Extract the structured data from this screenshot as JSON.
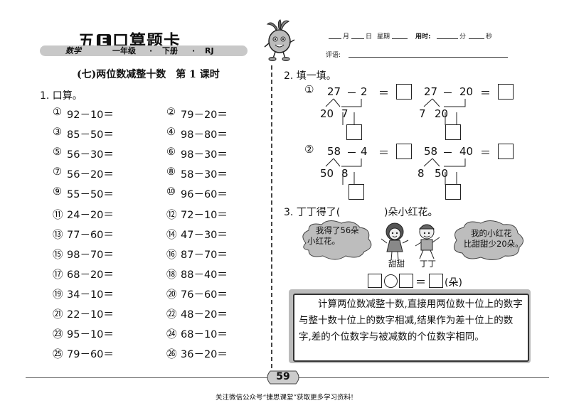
{
  "header": {
    "title_a": "五",
    "title_e": "E",
    "title_b": "口算题卡",
    "subject": "数学",
    "grade": "一年级",
    "dot": "·",
    "volume": "下册",
    "edition": "RJ",
    "date_line": {
      "month": "月",
      "day": "日",
      "weekday": "星期",
      "time_label": "用时:",
      "minute": "分",
      "second": "秒"
    },
    "review_label": "评语:"
  },
  "lesson_title": "(七)两位数减整十数　第 1 课时",
  "section1": {
    "label": "1. 口算。",
    "problems_left": [
      {
        "idx": "①",
        "expr": "92－10＝"
      },
      {
        "idx": "③",
        "expr": "85－50＝"
      },
      {
        "idx": "⑤",
        "expr": "56－30＝"
      },
      {
        "idx": "⑦",
        "expr": "56－20＝"
      },
      {
        "idx": "⑨",
        "expr": "55－50＝"
      },
      {
        "idx": "⑪",
        "expr": "24－20＝"
      },
      {
        "idx": "⑬",
        "expr": "77－60＝"
      },
      {
        "idx": "⑮",
        "expr": "98－70＝"
      },
      {
        "idx": "⑰",
        "expr": "68－20＝"
      },
      {
        "idx": "⑲",
        "expr": "34－10＝"
      },
      {
        "idx": "㉑",
        "expr": "22－10＝"
      },
      {
        "idx": "㉓",
        "expr": "95－10＝"
      },
      {
        "idx": "㉕",
        "expr": "79－60＝"
      }
    ],
    "problems_right": [
      {
        "idx": "②",
        "expr": "79－20＝"
      },
      {
        "idx": "④",
        "expr": "98－80＝"
      },
      {
        "idx": "⑥",
        "expr": "98－30＝"
      },
      {
        "idx": "⑧",
        "expr": "58－30＝"
      },
      {
        "idx": "⑩",
        "expr": "96－60＝"
      },
      {
        "idx": "⑫",
        "expr": "72－10＝"
      },
      {
        "idx": "⑭",
        "expr": "47－30＝"
      },
      {
        "idx": "⑯",
        "expr": "87－70＝"
      },
      {
        "idx": "⑱",
        "expr": "88－40＝"
      },
      {
        "idx": "⑳",
        "expr": "76－60＝"
      },
      {
        "idx": "㉒",
        "expr": "48－20＝"
      },
      {
        "idx": "㉔",
        "expr": "68－10＝"
      },
      {
        "idx": "㉖",
        "expr": "36－20＝"
      }
    ]
  },
  "section2": {
    "label": "2. 填一填。",
    "groups": [
      {
        "idx": "①",
        "eq1": {
          "a": "27",
          "op": "－",
          "b": "2",
          "eq": "＝",
          "split_a": "20",
          "split_b": "7"
        },
        "eq2": {
          "a": "27",
          "op": "－",
          "b": "20",
          "eq": "＝",
          "split_a": "7",
          "split_b": "20"
        }
      },
      {
        "idx": "②",
        "eq1": {
          "a": "58",
          "op": "－",
          "b": "4",
          "eq": "＝",
          "split_a": "50",
          "split_b": "8"
        },
        "eq2": {
          "a": "58",
          "op": "－",
          "b": "40",
          "eq": "＝",
          "split_a": "8",
          "split_b": "50"
        }
      }
    ]
  },
  "section3": {
    "label_a": "3. 丁丁得了(",
    "label_b": ")朵小红花。",
    "cloud_left": [
      "我得了56朵",
      "小红花。"
    ],
    "cloud_right": [
      "我的小红花",
      "比甜甜少20朵。"
    ],
    "name_left": "甜甜",
    "name_right": "丁丁",
    "eq_sign": "＝",
    "unit": "(朵)"
  },
  "tip": "　　计算两位数减整十数,直接用两位数十位上的数字与整十数十位上的数字相减,结果作为差十位上的数字,差的个位数字与被减数的个位数字相同。",
  "page_number": "59",
  "footer": "关注微信公众号“捷思课堂”获取更多学习资料!"
}
